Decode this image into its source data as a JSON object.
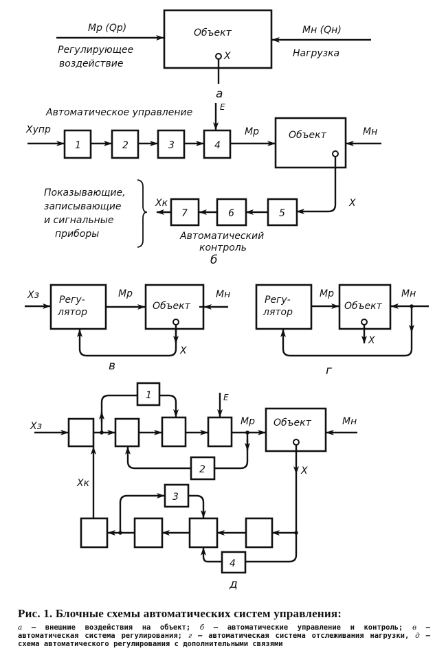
{
  "figure": {
    "panel_a": {
      "object_label": "Объект",
      "input_symbol": "Mр (Qр)",
      "input_name_line1": "Регулирующее",
      "input_name_line2": "воздействие",
      "load_symbol": "Mн (Qн)",
      "load_name": "Нагрузка",
      "output_symbol": "X",
      "panel_letter": "а"
    },
    "panel_b": {
      "title_control": "Автоматическое управление",
      "input_symbol": "Xупр",
      "blocks": [
        "1",
        "2",
        "3",
        "4",
        "5",
        "6",
        "7"
      ],
      "disturbance": "E",
      "mp_symbol": "Mр",
      "object_label": "Объект",
      "mh_symbol": "Mн",
      "output_symbol": "X",
      "xk_symbol": "Xк",
      "instruments_lines": [
        "Показывающие,",
        "записывающие",
        "и сигнальные",
        "приборы"
      ],
      "monitor_line1": "Автоматический",
      "monitor_line2": "контроль",
      "panel_letter": "б"
    },
    "panel_v": {
      "input_symbol": "Xз",
      "regulator_line1": "Регу-",
      "regulator_line2": "лятор",
      "mp_symbol": "Mр",
      "object_label": "Объект",
      "mh_symbol": "Mн",
      "output_symbol": "X",
      "panel_letter": "в"
    },
    "panel_g": {
      "regulator_line1": "Регу-",
      "regulator_line2": "лятор",
      "mp_symbol": "Mр",
      "object_label": "Объект",
      "mh_symbol": "Mн",
      "output_symbol": "X",
      "panel_letter": "г"
    },
    "panel_d": {
      "input_symbol": "Xз",
      "xk_symbol": "Xк",
      "disturbance": "E",
      "mp_symbol": "Mр",
      "object_label": "Объект",
      "mh_symbol": "Mн",
      "output_symbol": "X",
      "blocks": [
        "1",
        "2",
        "3",
        "4"
      ],
      "panel_letter": "д"
    }
  },
  "caption": {
    "title": "Рис. 1. Блочные схемы автоматических систем управления:",
    "items": [
      {
        "letter": "а",
        "text": " — внешние воздействия на объект; "
      },
      {
        "letter": "б",
        "text": " — автоматические управление и контроль; "
      },
      {
        "letter": "в",
        "text": " — автоматическая система регулирования; "
      },
      {
        "letter": "г",
        "text": " — автоматическая система отслеживания нагрузки, "
      },
      {
        "letter": "д",
        "text": " — схема автоматического регулирования с дополнительными связями"
      }
    ]
  }
}
